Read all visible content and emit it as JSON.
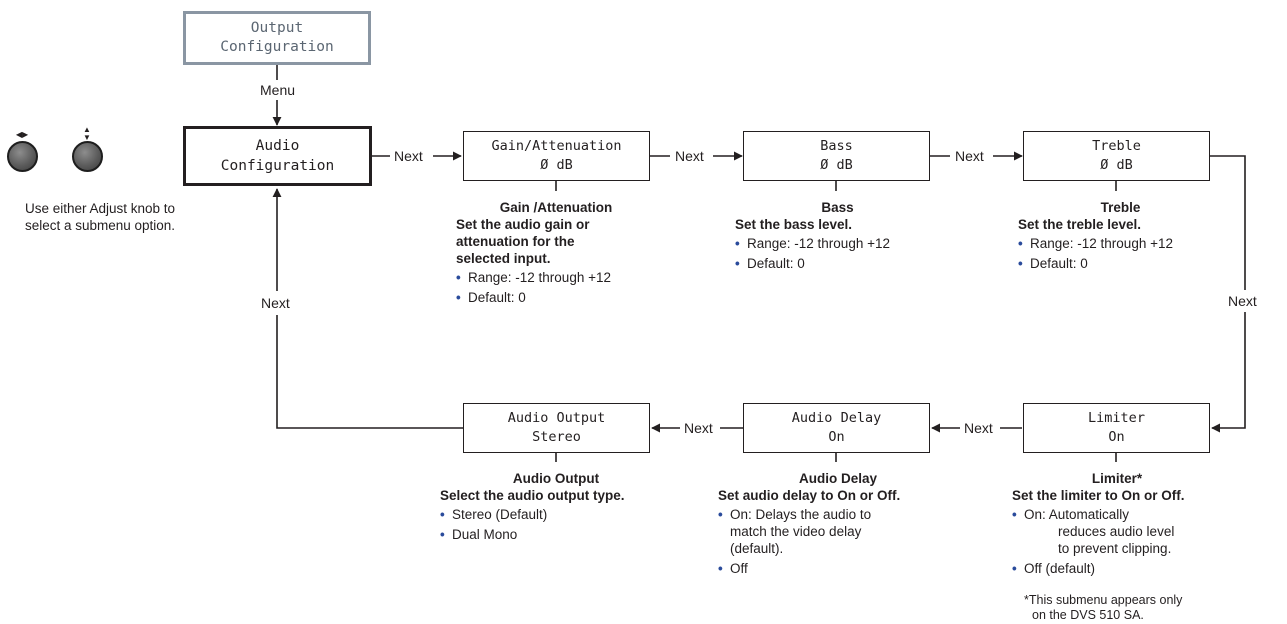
{
  "menu": {
    "parent": {
      "line1": "Output",
      "line2": "Configuration"
    },
    "current": {
      "line1": "Audio",
      "line2": "Configuration"
    },
    "menu_label": "Menu"
  },
  "knobs": {
    "left_arrow_glyph": "◀▶",
    "right_arrow_glyph": "▲▼",
    "caption_line1": "Use either Adjust knob to",
    "caption_line2": "select a submenu option."
  },
  "connectors": {
    "next": "Next"
  },
  "submenus": {
    "gain": {
      "lcd_line1": "Gain/Attenuation",
      "lcd_line2": "Ø dB",
      "title": "Gain /Attenuation",
      "sub_line1": "Set the audio gain or",
      "sub_line2": "attenuation for the",
      "sub_line3": "selected input.",
      "bullets": [
        "Range: -12 through +12",
        "Default: 0"
      ]
    },
    "bass": {
      "lcd_line1": "Bass",
      "lcd_line2": "Ø dB",
      "title": "Bass",
      "sub_line1": "Set the bass level.",
      "bullets": [
        "Range: -12 through +12",
        "Default: 0"
      ]
    },
    "treble": {
      "lcd_line1": "Treble",
      "lcd_line2": "Ø dB",
      "title": "Treble",
      "sub_line1": "Set the treble level.",
      "bullets": [
        "Range: -12 through +12",
        "Default: 0"
      ]
    },
    "limiter": {
      "lcd_line1": "Limiter",
      "lcd_line2": "On",
      "title": "Limiter*",
      "sub_line1": "Set the limiter to On or Off.",
      "bullet1_line1": "On: Automatically",
      "bullet1_line2": "reduces audio level",
      "bullet1_line3": "to prevent clipping.",
      "bullet2": "Off (default)",
      "footnote_line1": "*This submenu appears only",
      "footnote_line2": "on the DVS 510 SA."
    },
    "delay": {
      "lcd_line1": "Audio Delay",
      "lcd_line2": "On",
      "title": "Audio Delay",
      "sub_line1": "Set audio delay to On or Off.",
      "bullet1_line1": "On: Delays the audio to",
      "bullet1_line2": "match the video delay",
      "bullet1_line3": "(default).",
      "bullet2": "Off"
    },
    "output": {
      "lcd_line1": "Audio Output",
      "lcd_line2": "Stereo",
      "title": "Audio Output",
      "sub_line1": "Select the audio output type.",
      "bullets": [
        "Stereo (Default)",
        "Dual Mono"
      ]
    }
  },
  "colors": {
    "line": "#231f20",
    "parent_border": "#8a96a3",
    "bullet": "#2a4b9b"
  }
}
